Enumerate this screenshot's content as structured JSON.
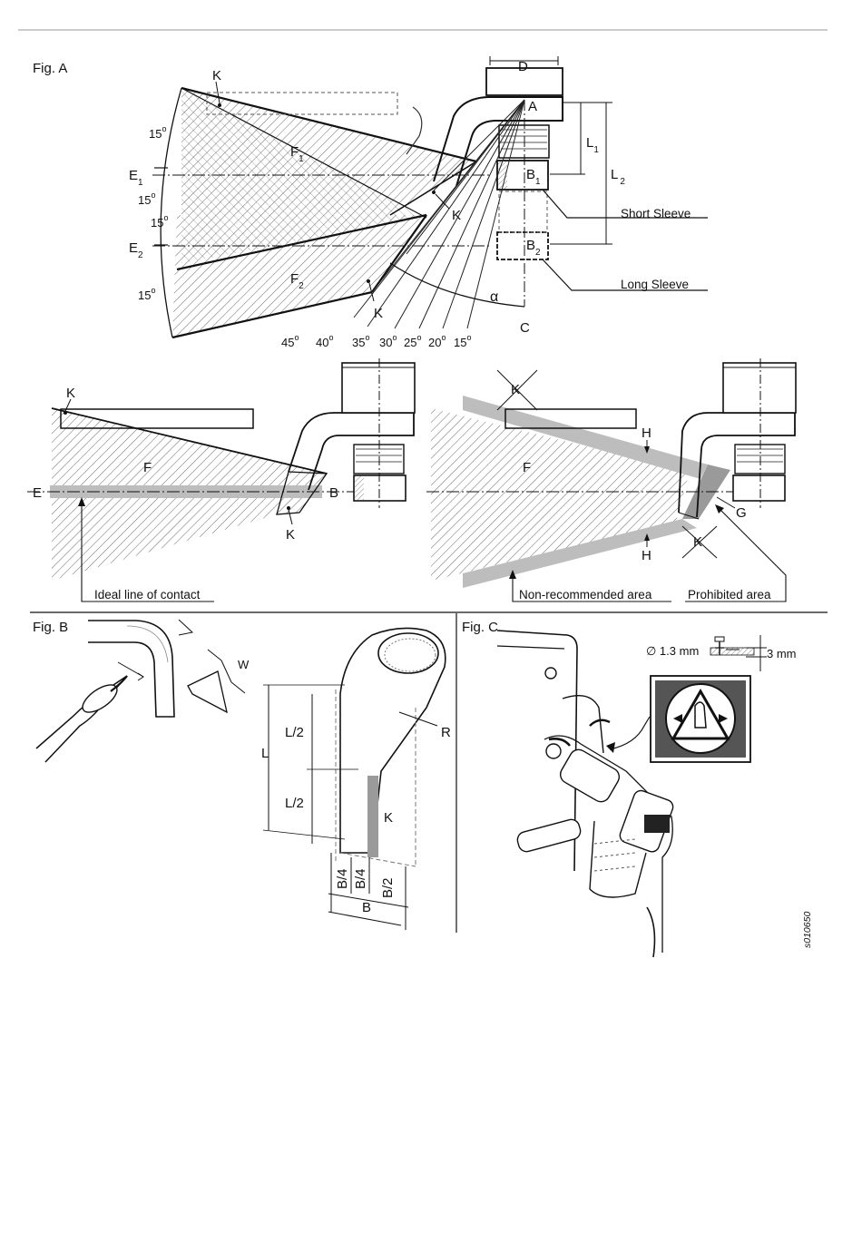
{
  "figures": {
    "a": {
      "title": "Fig. A",
      "labels": {
        "D": "D",
        "A": "A",
        "K": "K",
        "F": "F",
        "E": "E",
        "C": "C",
        "B": "B",
        "L": "L",
        "sub1": "1",
        "sub2": "2",
        "alpha": "α",
        "short_sleeve": "Short Sleeve",
        "long_sleeve": "Long Sleeve"
      },
      "angles": [
        "45",
        "40",
        "35",
        "30",
        "25",
        "20",
        "15"
      ],
      "side_angle": "15",
      "degree_mark": "o",
      "lower_left": {
        "K": "K",
        "F": "F",
        "E": "E",
        "B": "B",
        "callout": "Ideal line of contact"
      },
      "lower_right": {
        "K": "K",
        "F": "F",
        "H": "H",
        "G": "G",
        "callout_non_recommended": "Non-recommended area",
        "callout_prohibited": "Prohibited area"
      }
    },
    "b": {
      "title": "Fig. B",
      "labels": {
        "W": "W",
        "R": "R",
        "L": "L",
        "L_half": "L/2",
        "K": "K",
        "B_quarter": "B/4",
        "B_half": "B/2",
        "B": "B"
      }
    },
    "c": {
      "title": "Fig. C",
      "diameter": "∅ 1.3 mm",
      "depth": "3 mm"
    }
  },
  "reference": "s010650"
}
